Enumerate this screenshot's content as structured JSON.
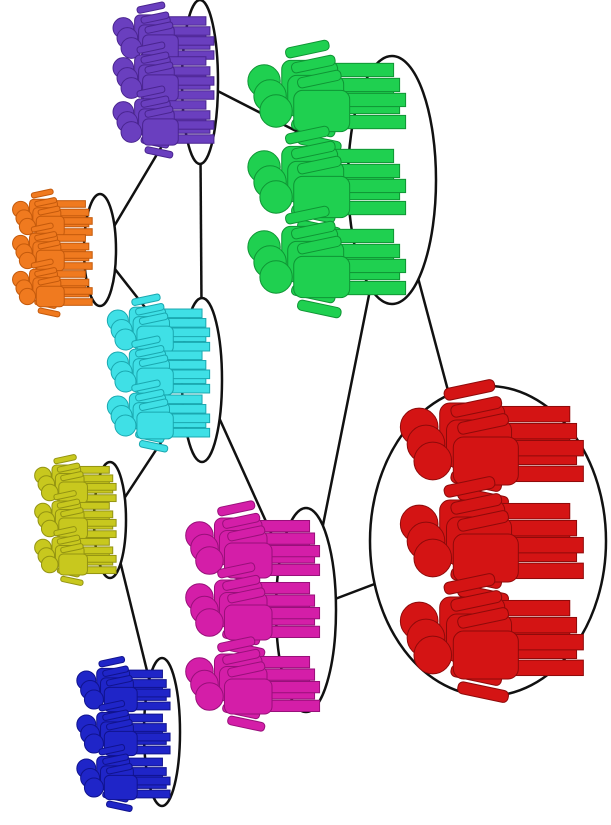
{
  "groups": [
    {
      "id": "purple",
      "color": "#6a3fbf",
      "dark": "#4a2590",
      "people": 3
    },
    {
      "id": "orange",
      "color": "#f07a1f",
      "dark": "#c45a0c",
      "people": 3
    },
    {
      "id": "cyan",
      "color": "#3fe0e6",
      "dark": "#1aa8b0",
      "people": 3
    },
    {
      "id": "yellow",
      "color": "#c8c81e",
      "dark": "#939312",
      "people": 3
    },
    {
      "id": "blue",
      "color": "#1f25c8",
      "dark": "#10138e",
      "people": 3
    },
    {
      "id": "green",
      "color": "#1fd050",
      "dark": "#0f9434",
      "people": 3
    },
    {
      "id": "magenta",
      "color": "#d41ea8",
      "dark": "#98107a",
      "people": 3
    },
    {
      "id": "red",
      "color": "#d41414",
      "dark": "#8e0a0a",
      "people": 3
    }
  ],
  "links": [
    [
      "purple",
      "green"
    ],
    [
      "purple",
      "orange"
    ],
    [
      "purple",
      "cyan"
    ],
    [
      "orange",
      "cyan"
    ],
    [
      "cyan",
      "yellow"
    ],
    [
      "cyan",
      "magenta"
    ],
    [
      "yellow",
      "blue"
    ],
    [
      "green",
      "magenta"
    ],
    [
      "green",
      "red"
    ],
    [
      "magenta",
      "red"
    ]
  ]
}
